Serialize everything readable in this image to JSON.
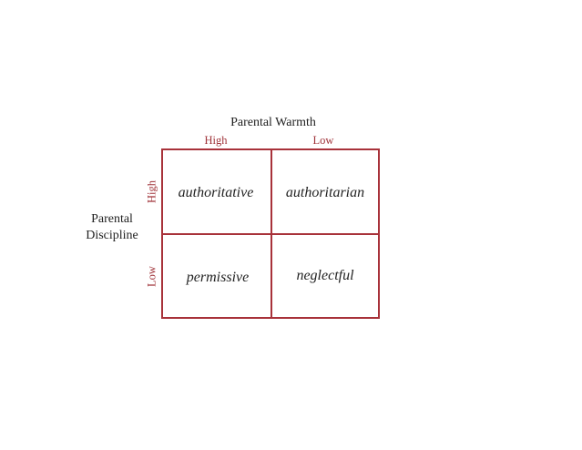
{
  "diagram": {
    "title": "Parental Warmth",
    "columns": [
      {
        "label": "High"
      },
      {
        "label": "Low"
      }
    ],
    "row_title_line1": "Parental",
    "row_title_line2": "Discipline",
    "rows": [
      {
        "label": "High"
      },
      {
        "label": "Low"
      }
    ],
    "cells": [
      {
        "label": "authoritative"
      },
      {
        "label": "authoritarian"
      },
      {
        "label": "permissive"
      },
      {
        "label": "neglectful"
      }
    ],
    "colors": {
      "grid": "#a8323a",
      "axis_labels": "#a0343a",
      "text": "#222222"
    }
  }
}
